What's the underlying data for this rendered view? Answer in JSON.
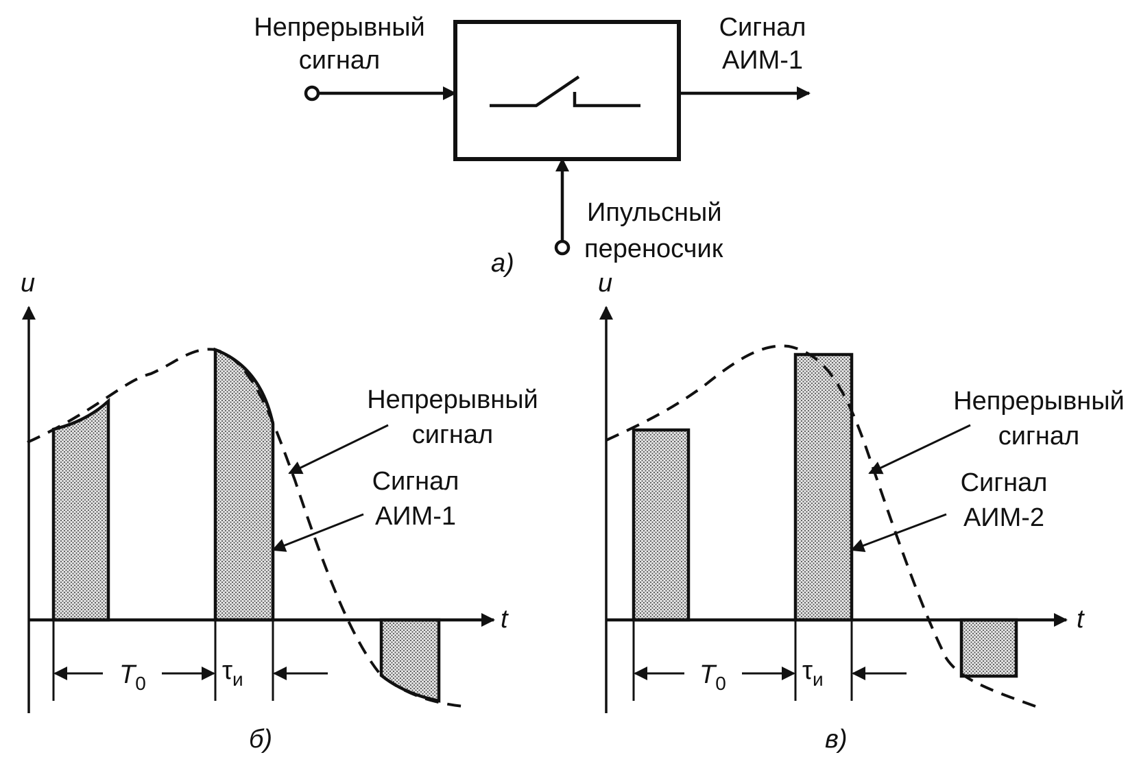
{
  "panel_a": {
    "input_label_line1": "Непрерывный",
    "input_label_line2": "сигнал",
    "output_label_line1": "Сигнал",
    "output_label_line2": "АИМ-1",
    "carrier_label_line1": "Ипульсный",
    "carrier_label_line2": "переносчик",
    "caption": "а)"
  },
  "panel_b": {
    "y_axis": "u",
    "x_axis": "t",
    "continuous_line1": "Непрерывный",
    "continuous_line2": "сигнал",
    "pam_line1": "Сигнал",
    "pam_line2": "АИМ-1",
    "period_symbol": "T",
    "period_sub": "0",
    "pulse_symbol": "τ",
    "pulse_sub": "и",
    "caption": "б)"
  },
  "panel_c": {
    "y_axis": "u",
    "x_axis": "t",
    "continuous_line1": "Непрерывный",
    "continuous_line2": "сигнал",
    "pam_line1": "Сигнал",
    "pam_line2": "АИМ-2",
    "period_symbol": "T",
    "period_sub": "0",
    "pulse_symbol": "τ",
    "pulse_sub": "и",
    "caption": "в)"
  },
  "colors": {
    "ink": "#111111",
    "fill_dots": "#8a8a8a",
    "background": "#ffffff"
  }
}
